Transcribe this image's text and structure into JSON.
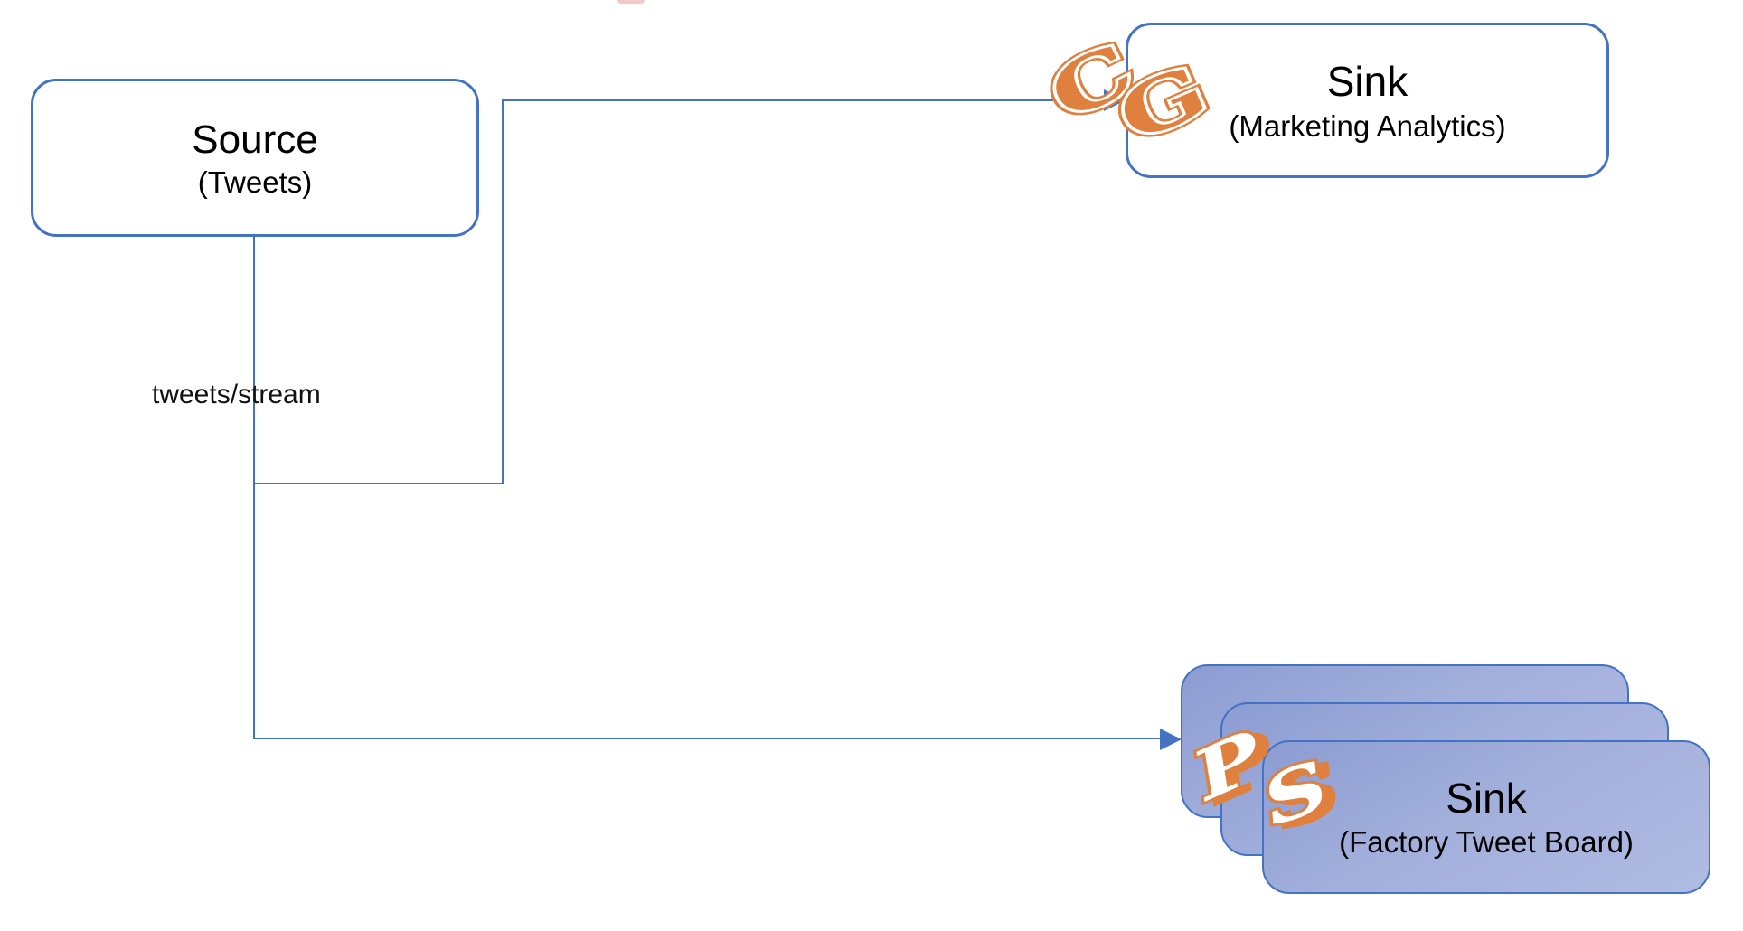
{
  "nodes": {
    "source": {
      "title": "Source",
      "subtitle": "(Tweets)"
    },
    "sink_marketing": {
      "title": "Sink",
      "subtitle": "(Marketing Analytics)"
    },
    "sink_factory": {
      "title": "Sink",
      "subtitle": "(Factory Tweet Board)"
    }
  },
  "edges": {
    "stream_label": "tweets/stream"
  },
  "logos": {
    "cg": {
      "letter1": "C",
      "letter2": "G"
    },
    "ps": {
      "letter1": "P",
      "letter2": "S"
    }
  },
  "colors": {
    "line_blue": "#4472C4",
    "node_border_blue": "#4472C4",
    "logo_orange": "#E0803E",
    "stack_fill_start": "#8C9CD2",
    "stack_fill_end": "#B1BCE3",
    "background": "#FFFFFF"
  }
}
